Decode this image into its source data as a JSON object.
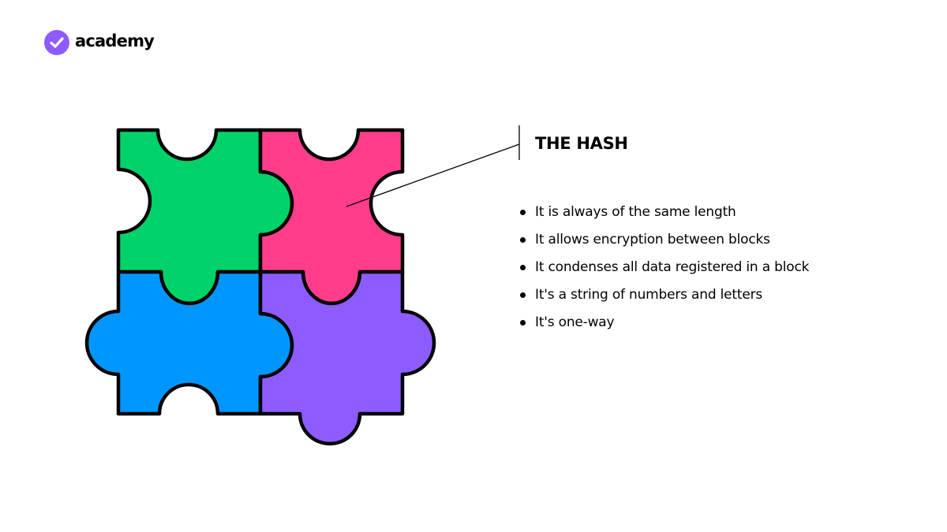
{
  "brand": {
    "name": "academy",
    "accent": "#8D5BFF"
  },
  "slide": {
    "heading": "THE HASH",
    "points": [
      "It is always of the same length",
      "It allows encryption between blocks",
      "It condenses all data registered in a block",
      "It's a string of numbers and letters",
      "It's one-way"
    ]
  },
  "puzzle": {
    "pieces": [
      {
        "name": "top-left",
        "color": "#00D26A"
      },
      {
        "name": "top-right",
        "color": "#FF3D8B"
      },
      {
        "name": "bottom-left",
        "color": "#0096FF"
      },
      {
        "name": "bottom-right",
        "color": "#8D5BFF"
      }
    ],
    "outline": "#000000",
    "highlighted_piece": "top-right"
  }
}
